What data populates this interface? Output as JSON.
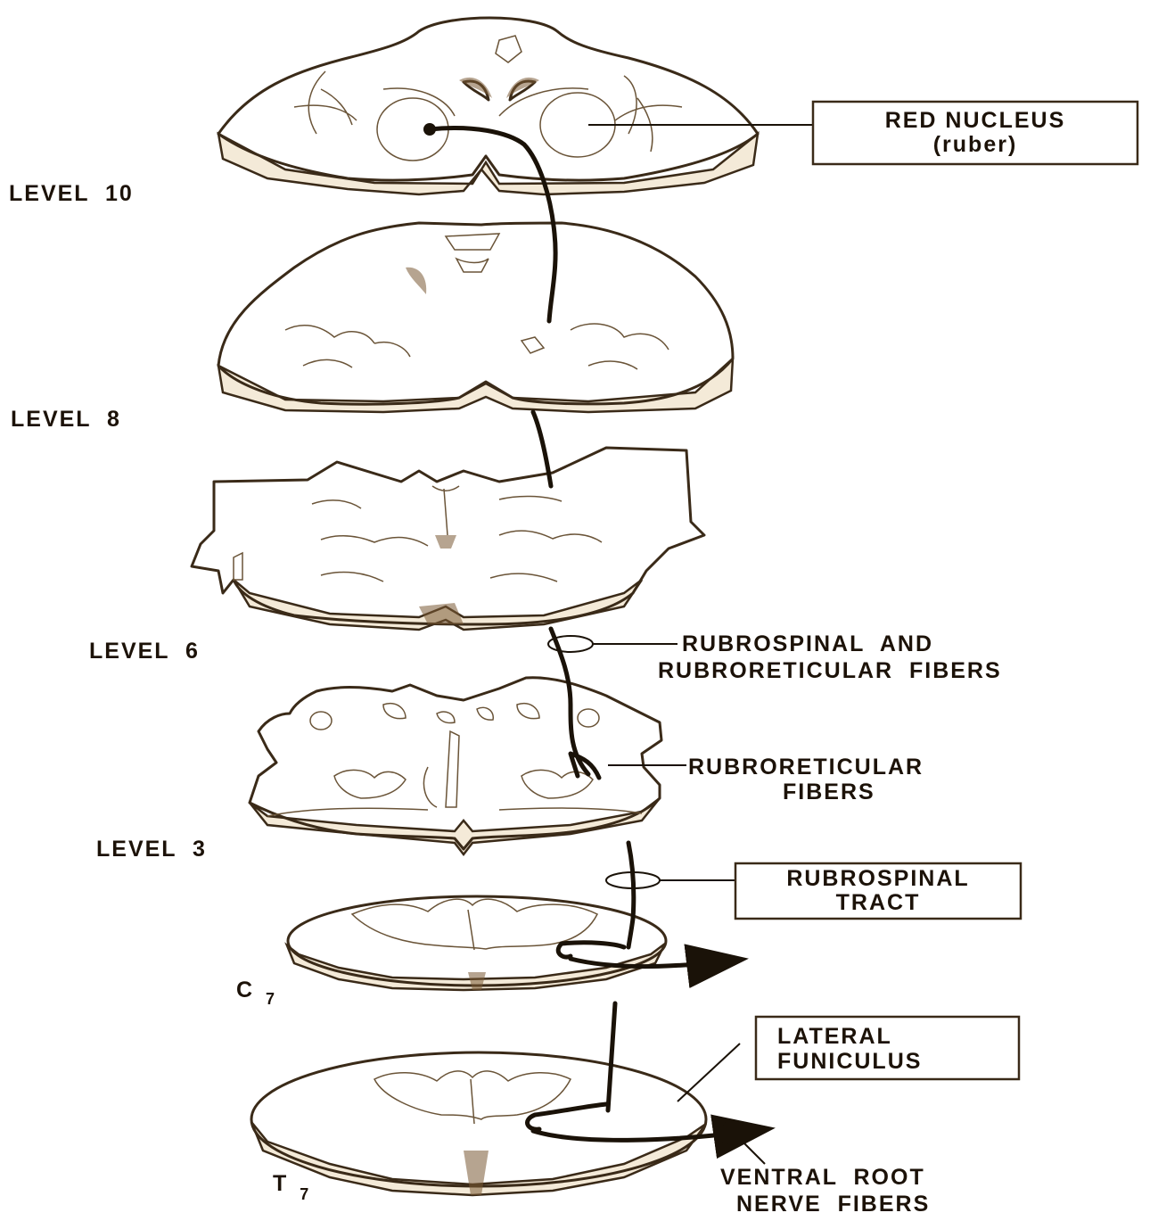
{
  "levels": {
    "level10": "LEVEL  10",
    "level8": "LEVEL  8",
    "level6": "LEVEL  6",
    "level3": "LEVEL  3",
    "c7_main": "C",
    "c7_sub": "7",
    "t7_main": "T",
    "t7_sub": "7"
  },
  "callouts": {
    "red_nucleus_line1": "RED NUCLEUS",
    "red_nucleus_line2": "(ruber)",
    "rubrospinal_rubroreticular_line1": "RUBROSPINAL  AND",
    "rubrospinal_rubroreticular_line2": "RUBRORETICULAR  FIBERS",
    "rubroreticular_line1": "RUBRORETICULAR",
    "rubroreticular_line2": "FIBERS",
    "rubrospinal_tract_line1": "RUBROSPINAL",
    "rubrospinal_tract_line2": "TRACT",
    "lateral_funiculus_line1": "LATERAL",
    "lateral_funiculus_line2": "FUNICULUS",
    "ventral_root_line1": "VENTRAL  ROOT",
    "ventral_root_line2": "NERVE  FIBERS"
  },
  "colors": {
    "ink": "#1c1208",
    "outline": "#3a2a18",
    "background": "#ffffff"
  }
}
